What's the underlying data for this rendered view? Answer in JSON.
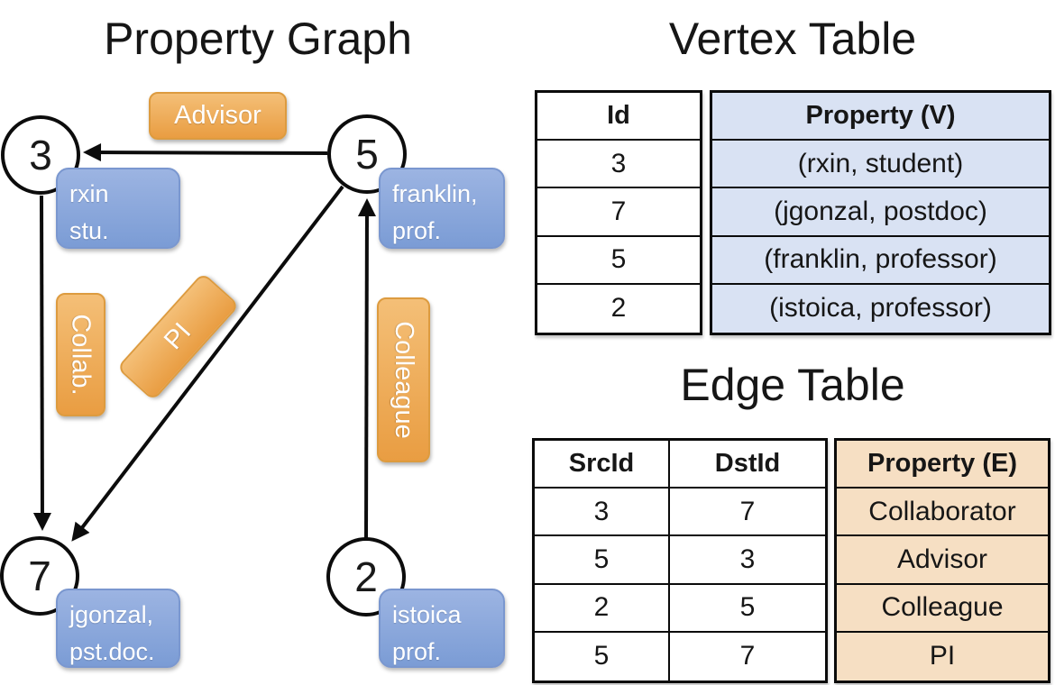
{
  "graph": {
    "title": "Property Graph",
    "nodes": {
      "n3": {
        "id": "3",
        "line1": "rxin",
        "line2": "stu."
      },
      "n5": {
        "id": "5",
        "line1": "franklin,",
        "line2": "prof."
      },
      "n7": {
        "id": "7",
        "line1": "jgonzal,",
        "line2": "pst.doc."
      },
      "n2": {
        "id": "2",
        "line1": "istoica",
        "line2": "prof."
      }
    },
    "edge_labels": {
      "advisor": "Advisor",
      "collab": "Collab.",
      "pi": "PI",
      "colleague": "Colleague"
    }
  },
  "vertex_table": {
    "title": "Vertex Table",
    "columns": {
      "id": "Id",
      "property": "Property (V)"
    },
    "rows": [
      {
        "id": "3",
        "property": "(rxin, student)"
      },
      {
        "id": "7",
        "property": "(jgonzal, postdoc)"
      },
      {
        "id": "5",
        "property": "(franklin, professor)"
      },
      {
        "id": "2",
        "property": "(istoica, professor)"
      }
    ]
  },
  "edge_table": {
    "title": "Edge Table",
    "columns": {
      "src": "SrcId",
      "dst": "DstId",
      "property": "Property (E)"
    },
    "rows": [
      {
        "src": "3",
        "dst": "7",
        "property": "Collaborator"
      },
      {
        "src": "5",
        "dst": "3",
        "property": "Advisor"
      },
      {
        "src": "2",
        "dst": "5",
        "property": "Colleague"
      },
      {
        "src": "5",
        "dst": "7",
        "property": "PI"
      }
    ]
  },
  "colors": {
    "orange_top": "#f4bf77",
    "orange_bottom": "#e99d42",
    "orange_border": "#dd9b3f",
    "blue_top": "#9cb4e2",
    "blue_bottom": "#7b9cd5",
    "blue_border": "#7a97cf",
    "vertex_col_bg": "#d9e2f3",
    "edge_col_bg": "#f6dfc3",
    "line_color": "#0c0c0c"
  }
}
